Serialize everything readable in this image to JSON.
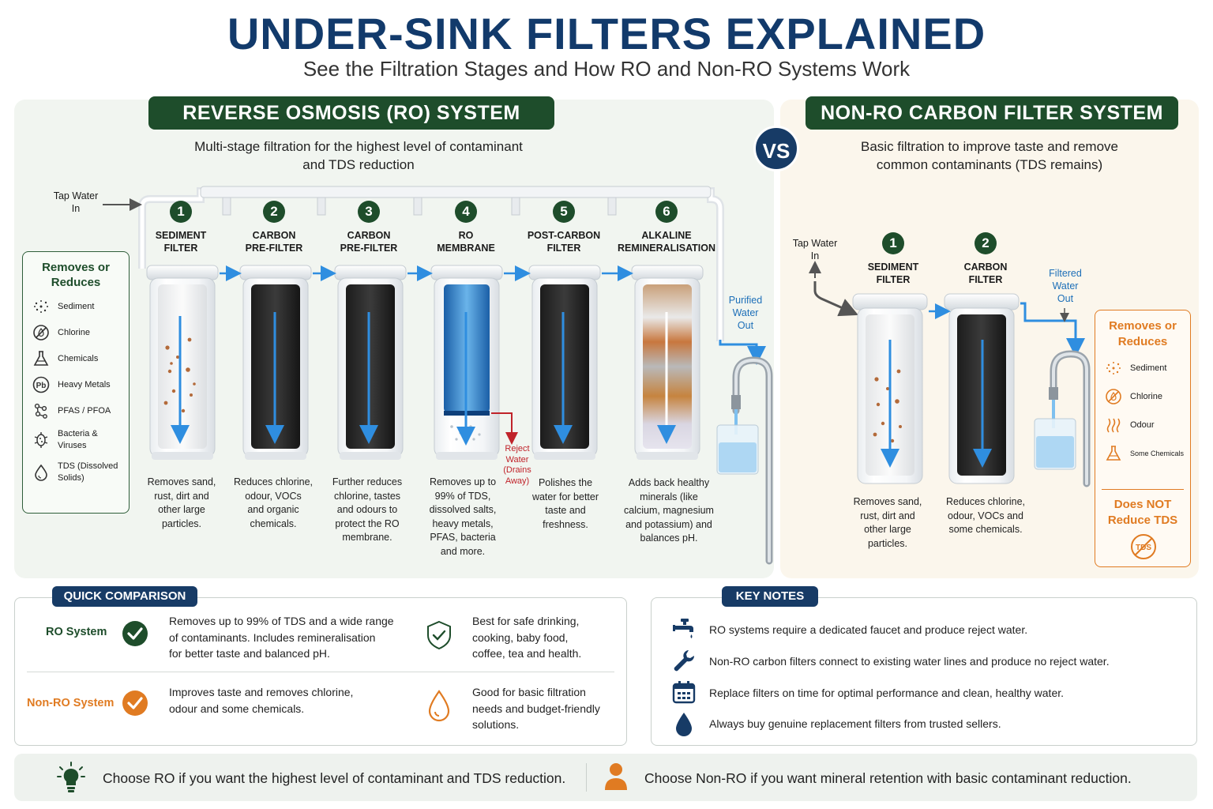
{
  "header": {
    "title": "UNDER-SINK FILTERS EXPLAINED",
    "subtitle": "See the Filtration Stages and How RO and Non-RO Systems Work"
  },
  "vs_label": "VS",
  "ro": {
    "banner": "REVERSE OSMOSIS (RO) SYSTEM",
    "desc_line1": "Multi-stage filtration for the highest level of contaminant",
    "desc_line2": "and TDS reduction",
    "tap_in_line1": "Tap Water",
    "tap_in_line2": "In",
    "out_line1": "Purified",
    "out_line2": "Water",
    "out_line3": "Out",
    "reject_line1": "Reject",
    "reject_line2": "Water",
    "reject_line3": "(Drains",
    "reject_line4": "Away)",
    "stages": [
      {
        "num": "1",
        "title1": "SEDIMENT",
        "title2": "FILTER",
        "d1": "Removes sand,",
        "d2": "rust, dirt and",
        "d3": "other large",
        "d4": "particles.",
        "d5": "",
        "d6": ""
      },
      {
        "num": "2",
        "title1": "CARBON",
        "title2": "PRE-FILTER",
        "d1": "Reduces chlorine,",
        "d2": "odour, VOCs",
        "d3": "and organic",
        "d4": "chemicals.",
        "d5": "",
        "d6": ""
      },
      {
        "num": "3",
        "title1": "CARBON",
        "title2": "PRE-FILTER",
        "d1": "Further reduces",
        "d2": "chlorine, tastes",
        "d3": "and odours to",
        "d4": "protect the RO",
        "d5": "membrane.",
        "d6": ""
      },
      {
        "num": "4",
        "title1": "RO",
        "title2": "MEMBRANE",
        "d1": "Removes up to",
        "d2": "99% of TDS,",
        "d3": "dissolved salts,",
        "d4": "heavy metals,",
        "d5": "PFAS, bacteria",
        "d6": "and more."
      },
      {
        "num": "5",
        "title1": "POST-CARBON",
        "title2": "FILTER",
        "d1": "Polishes the",
        "d2": "water for better",
        "d3": "taste and",
        "d4": "freshness.",
        "d5": "",
        "d6": ""
      },
      {
        "num": "6",
        "title1": "ALKALINE",
        "title2": "REMINERALISATION",
        "d1": "Adds back healthy",
        "d2": "minerals (like",
        "d3": "calcium, magnesium",
        "d4": "and potassium) and",
        "d5": "balances pH.",
        "d6": ""
      }
    ],
    "removes": {
      "title1": "Removes or",
      "title2": "Reduces",
      "items": [
        {
          "icon": "sediment-icon",
          "l1": "Sediment",
          "l2": ""
        },
        {
          "icon": "chlorine-icon",
          "l1": "Chlorine",
          "l2": ""
        },
        {
          "icon": "flask-icon",
          "l1": "Chemicals",
          "l2": ""
        },
        {
          "icon": "pb-icon",
          "l1": "Heavy Metals",
          "l2": "",
          "badge": "Pb"
        },
        {
          "icon": "molecule-icon",
          "l1": "PFAS / PFOA",
          "l2": ""
        },
        {
          "icon": "bacteria-icon",
          "l1": "Bacteria &",
          "l2": "Viruses"
        },
        {
          "icon": "drop-icon",
          "l1": "TDS (Dissolved",
          "l2": "Solids)"
        }
      ]
    }
  },
  "nonro": {
    "banner": "NON-RO CARBON FILTER SYSTEM",
    "desc_line1": "Basic filtration to improve taste and remove",
    "desc_line2": "common contaminants (TDS remains)",
    "tap_in_line1": "Tap Water",
    "tap_in_line2": "In",
    "out_line1": "Filtered",
    "out_line2": "Water",
    "out_line3": "Out",
    "stages": [
      {
        "num": "1",
        "title1": "SEDIMENT",
        "title2": "FILTER",
        "d1": "Removes sand,",
        "d2": "rust, dirt and",
        "d3": "other large",
        "d4": "particles."
      },
      {
        "num": "2",
        "title1": "CARBON",
        "title2": "FILTER",
        "d1": "Reduces chlorine,",
        "d2": "odour, VOCs and",
        "d3": "some chemicals.",
        "d4": ""
      }
    ],
    "removes": {
      "title1": "Removes or",
      "title2": "Reduces",
      "items": [
        {
          "icon": "sediment-icon",
          "l1": "Sediment"
        },
        {
          "icon": "chlorine-icon",
          "l1": "Chlorine"
        },
        {
          "icon": "odour-icon",
          "l1": "Odour"
        },
        {
          "icon": "flask-icon",
          "l1": "Some Chemicals"
        }
      ],
      "not_line1": "Does NOT",
      "not_line2": "Reduce TDS",
      "tds_badge": "TDS"
    }
  },
  "quick": {
    "tag": "QUICK COMPARISON",
    "ro_label": "RO System",
    "ro_t1": "Removes up to 99% of TDS and a wide range",
    "ro_t2": "of contaminants. Includes remineralisation",
    "ro_t3": "for better taste and balanced pH.",
    "ro_b1": "Best for safe drinking,",
    "ro_b2": "cooking, baby food,",
    "ro_b3": "coffee, tea and health.",
    "nonro_label": "Non-RO System",
    "nonro_t1": "Improves taste and removes chlorine,",
    "nonro_t2": "odour and some chemicals.",
    "nonro_b1": "Good for basic filtration",
    "nonro_b2": "needs and budget-friendly",
    "nonro_b3": "solutions."
  },
  "keynotes": {
    "tag": "KEY NOTES",
    "items": [
      "RO systems require a dedicated faucet and produce reject water.",
      "Non-RO carbon filters connect to existing water lines and produce no reject water.",
      "Replace filters on time for optimal performance and clean, healthy water.",
      "Always buy genuine replacement filters from trusted sellers."
    ]
  },
  "footer": {
    "left": "Choose RO if you want the highest level of contaminant and TDS reduction.",
    "right": "Choose Non-RO if you want mineral retention with basic contaminant reduction."
  },
  "colors": {
    "navy": "#123a6b",
    "green": "#1e4d2b",
    "orange": "#e07b22",
    "blue": "#1d6fb8",
    "red": "#c0232a"
  }
}
